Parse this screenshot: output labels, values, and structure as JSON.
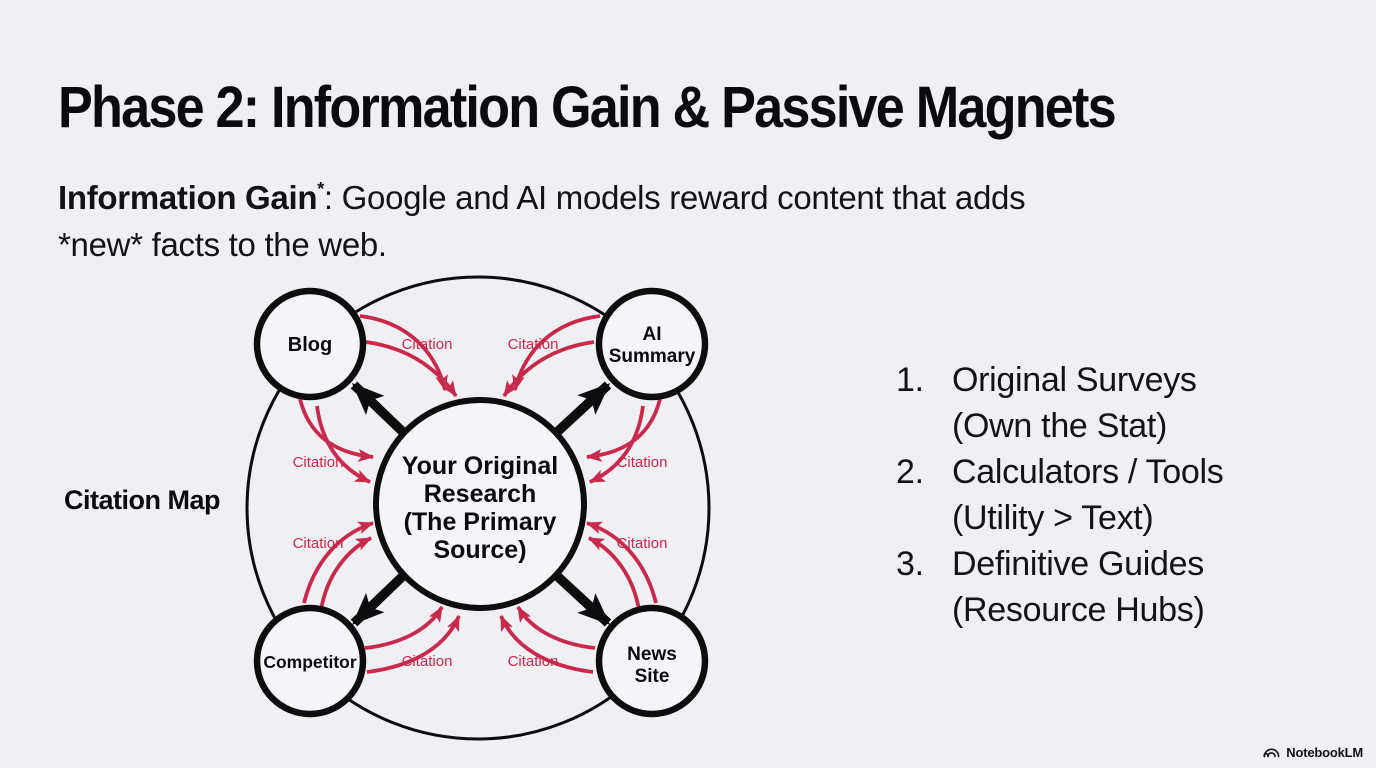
{
  "title": "Phase 2: Information Gain & Passive Magnets",
  "subtitle": {
    "bold": "Information Gain",
    "sup": "*",
    "line1_rest": ": Google and AI models reward content that adds",
    "line2": "*new* facts to the web."
  },
  "diagram": {
    "label": "Citation Map",
    "edge_label": "Citation",
    "center_node": {
      "lines": [
        "Your Original",
        "Research",
        "(The Primary",
        "Source)"
      ]
    },
    "nodes": [
      {
        "id": "blog",
        "lines": [
          "Blog"
        ]
      },
      {
        "id": "ai-summary",
        "lines": [
          "AI",
          "Summary"
        ]
      },
      {
        "id": "competitor",
        "lines": [
          "Competitor"
        ]
      },
      {
        "id": "news-site",
        "lines": [
          "News",
          "Site"
        ]
      }
    ]
  },
  "list": {
    "items": [
      {
        "number": "1.",
        "line1": "Original Surveys",
        "line2": "(Own the Stat)"
      },
      {
        "number": "2.",
        "line1": "Calculators / Tools",
        "line2": "(Utility > Text)"
      },
      {
        "number": "3.",
        "line1": "Definitive Guides",
        "line2": "(Resource Hubs)"
      }
    ]
  },
  "footer": {
    "brand": "NotebookLM"
  },
  "colors": {
    "background": "#f0eff4",
    "node_fill": "#f5f4f9",
    "ink": "#0d0d0d",
    "accent_red": "#c9294b"
  }
}
